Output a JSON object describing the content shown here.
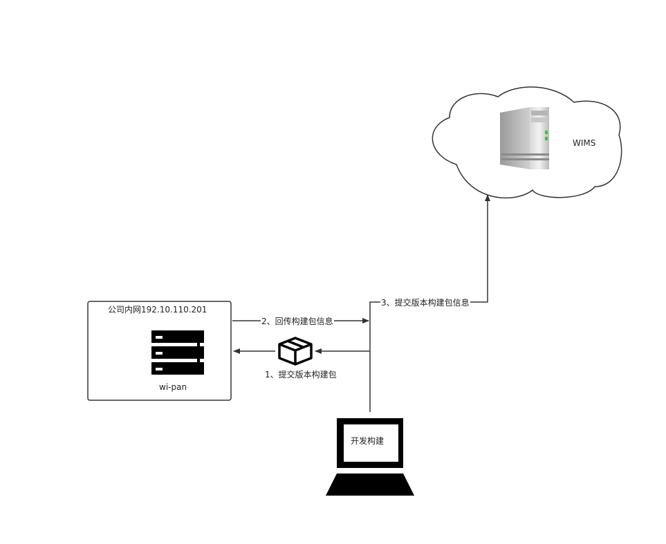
{
  "nodes": {
    "intranet_box": {
      "title": "公司内网192.10.110.201",
      "server_label": "wi-pan"
    },
    "cloud": {
      "server_label": "WIMS"
    },
    "laptop": {
      "screen_label": "开发构建"
    }
  },
  "edges": {
    "submit_package": "1、提交版本构建包",
    "return_info": "2、回传构建包信息",
    "submit_info": "3、提交版本构建包信息"
  },
  "colors": {
    "stroke": "#333333",
    "fill_dark": "#000000",
    "background": "#ffffff"
  }
}
